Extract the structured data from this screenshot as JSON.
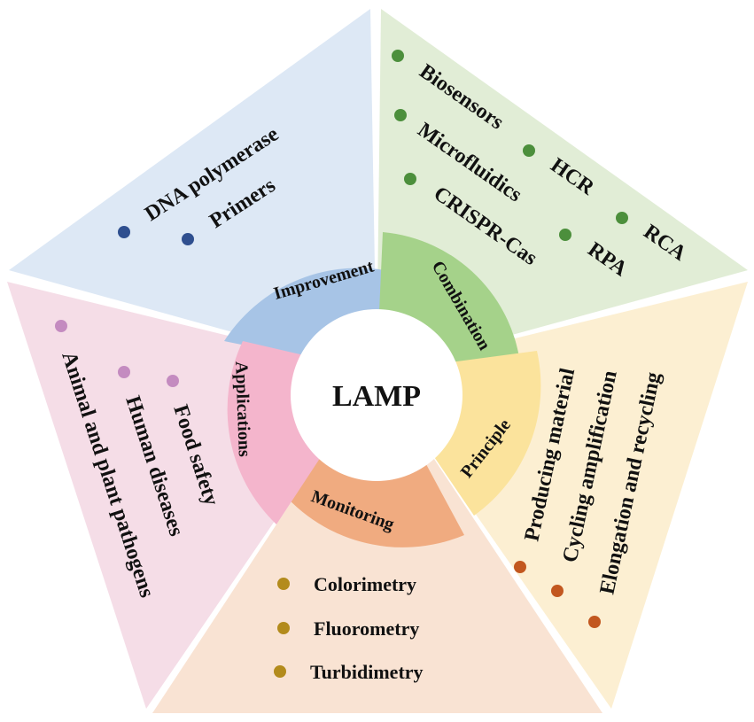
{
  "center": {
    "label": "LAMP"
  },
  "sections": [
    {
      "name": "Improvement",
      "panel_color": "#dde8f5",
      "ring_color": "#a7c4e6",
      "bullet_color": "#2f4f8f",
      "items": [
        "DNA polymerase",
        "Primers"
      ]
    },
    {
      "name": "Combination",
      "panel_color": "#e1edd6",
      "ring_color": "#a5d28a",
      "bullet_color": "#4c8f3c",
      "items": [
        "Biosensors",
        "Microfluidics",
        "CRISPR-Cas",
        "HCR",
        "RCA",
        "RPA"
      ]
    },
    {
      "name": "Principle",
      "panel_color": "#fcefd2",
      "ring_color": "#fbe39c",
      "bullet_color": "#c2571f",
      "items": [
        "Producing material",
        "Cycling amplification",
        "Elongation and recycling"
      ]
    },
    {
      "name": "Monitoring",
      "panel_color": "#f9e3d3",
      "ring_color": "#f0ab80",
      "bullet_color": "#b38b1c",
      "items": [
        "Colorimetry",
        "Fluorometry",
        "Turbidimetry"
      ]
    },
    {
      "name": "Applications",
      "panel_color": "#f5dde7",
      "ring_color": "#f4b5cc",
      "bullet_color": "#c48bc0",
      "items": [
        "Food safety",
        "Human diseases",
        "Animal and plant pathogens"
      ]
    }
  ]
}
